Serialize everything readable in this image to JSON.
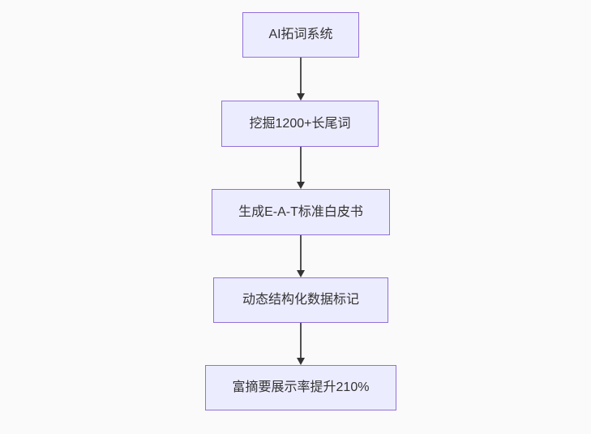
{
  "diagram": {
    "type": "flowchart",
    "direction": "top-down",
    "nodes": [
      {
        "id": "node-1",
        "label": "AI拓词系统"
      },
      {
        "id": "node-2",
        "label": "挖掘1200+长尾词"
      },
      {
        "id": "node-3",
        "label": "生成E-A-T标准白皮书"
      },
      {
        "id": "node-4",
        "label": "动态结构化数据标记"
      },
      {
        "id": "node-5",
        "label": "富摘要展示率提升210%"
      }
    ],
    "edges": [
      {
        "from": "node-1",
        "to": "node-2",
        "label": ""
      },
      {
        "from": "node-2",
        "to": "node-3",
        "label": ""
      },
      {
        "from": "node-3",
        "to": "node-4",
        "label": ""
      },
      {
        "from": "node-4",
        "to": "node-5",
        "label": ""
      }
    ],
    "colors": {
      "node_fill": "#ECECFF",
      "node_border": "#9370DB",
      "arrow": "#333333",
      "text": "#333333",
      "background": "#fafafa"
    }
  }
}
